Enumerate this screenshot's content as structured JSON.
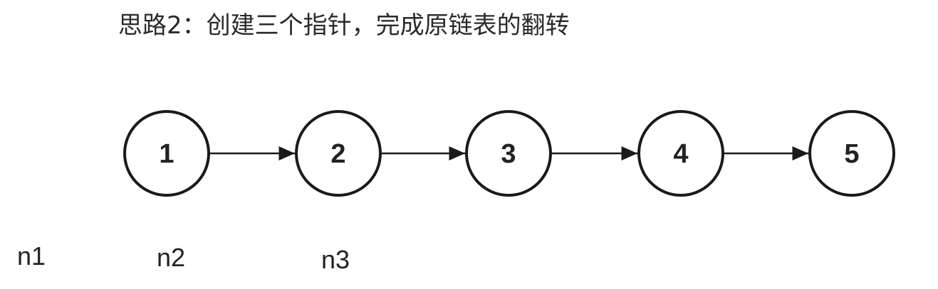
{
  "title": "思路2：创建三个指针，完成原链表的翻转",
  "nodes": [
    "1",
    "2",
    "3",
    "4",
    "5"
  ],
  "pointers": [
    "n1",
    "n2",
    "n3"
  ],
  "colors": {
    "stroke": "#1a1a1a",
    "text": "#222222"
  }
}
